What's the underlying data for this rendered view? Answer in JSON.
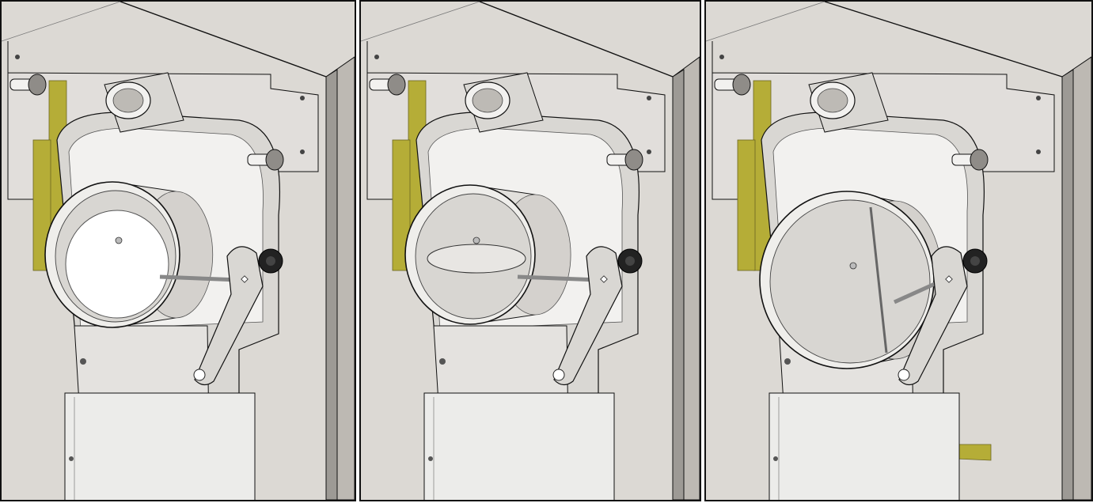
{
  "figure": {
    "panels": [
      {
        "id": "p1",
        "damper_state": "closed"
      },
      {
        "id": "p2",
        "damper_state": "horizontal"
      },
      {
        "id": "p3",
        "damper_state": "open"
      }
    ],
    "colors": {
      "casing": "#dcd9d4",
      "casing_side": "#bdb9b3",
      "casing_edge": "#9d9a95",
      "insulation": "#b5ad37",
      "metal_light": "#f2f1ef",
      "metal_mid": "#d9d7d3",
      "knob": "#222222",
      "outline": "#111111"
    }
  }
}
